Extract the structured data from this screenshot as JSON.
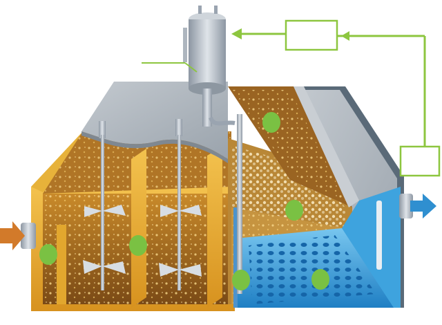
{
  "labels": {
    "top_box": "",
    "side_box": "",
    "pointer_label": ""
  },
  "colors": {
    "green_line": "#8dc63f",
    "green_marker": "#7ac143",
    "inlet_arrow": "#d27a2a",
    "outlet_arrow": "#2f8fd0",
    "tank_frame": "#e2a72e",
    "sludge": "#8a5a1c",
    "clear_water": "#2e97d6",
    "steel": "#9aa4b0",
    "steel_light": "#c7cdd4"
  },
  "icons": {
    "inlet": "arrow-right-icon",
    "outlet": "arrow-right-icon",
    "agitator": "propeller-icon",
    "dosing_tank": "vessel-icon"
  },
  "markers": [
    {
      "id": "chamber-1"
    },
    {
      "id": "chamber-2"
    },
    {
      "id": "settling-top"
    },
    {
      "id": "settling-mid"
    },
    {
      "id": "settling-bottom"
    },
    {
      "id": "clear-water"
    }
  ]
}
